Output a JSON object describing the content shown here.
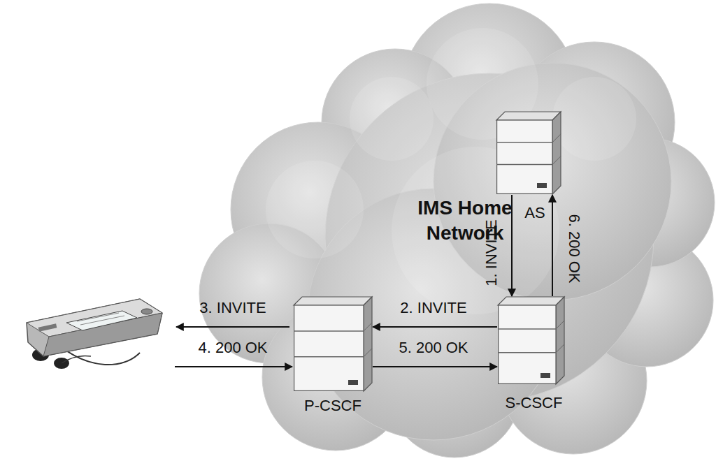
{
  "diagram": {
    "nodes": [
      {
        "text": [
          "IMS Home Network"
        ]
      },
      {
        "text": [
          "AS"
        ],
        "in": 0
      },
      {
        "text": [
          "P-CSCF"
        ],
        "in": 0
      },
      {
        "text": [
          "S-CSCF"
        ],
        "in": 0
      }
    ],
    "edges": [
      {
        "from": 1,
        "to": 3,
        "label": "1. INVITE",
        "arrow": "to"
      },
      {
        "from": 3,
        "to": 2,
        "label": "2. INVITE",
        "arrow": "to"
      },
      {
        "from": 2,
        "to": 3,
        "label": "5. 200 OK",
        "arrow": "to"
      },
      {
        "from": 3,
        "to": 1,
        "label": "6. 200 OK",
        "arrow": "to"
      }
    ],
    "labels": [
      "3. INVITE",
      "4. 200 OK"
    ]
  }
}
